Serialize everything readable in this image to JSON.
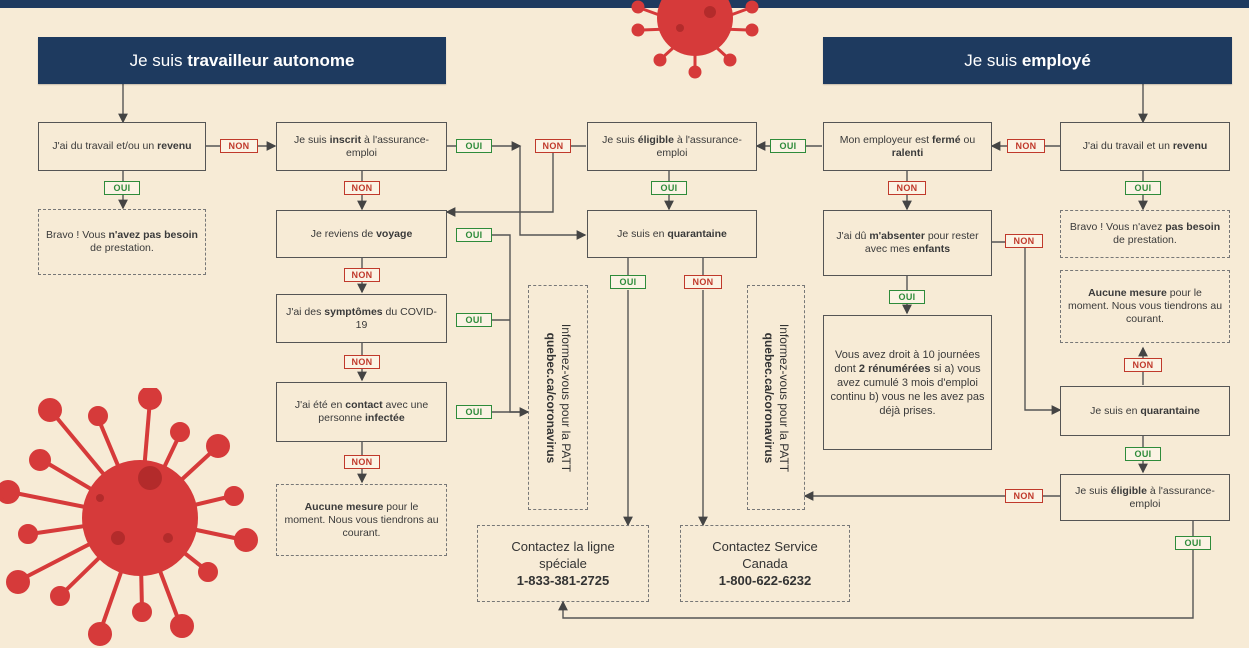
{
  "headers": {
    "left": {
      "prefix": "Je suis ",
      "bold": "travailleur autonome"
    },
    "right": {
      "prefix": "Je suis ",
      "bold": "employé"
    }
  },
  "boxes": {
    "travail_revenu_left": {
      "t1": "J'ai du travail et/ou un ",
      "b1": "revenu",
      "t2": ""
    },
    "inscrit": {
      "t1": "Je suis ",
      "b1": "inscrit",
      "t2": " à l'assurance-emploi"
    },
    "eligible_center": {
      "t1": "Je suis ",
      "b1": "éligible",
      "t2": " à l'assurance-emploi"
    },
    "employeur": {
      "t1": "Mon employeur est ",
      "b1": "fermé",
      "t2": " ou ",
      "b2": "ralenti"
    },
    "travail_revenu_right": {
      "t1": "J'ai du travail et un ",
      "b1": "revenu",
      "t2": ""
    },
    "bravo_left": {
      "t1": "Bravo ! Vous ",
      "b1": "n'avez pas besoin",
      "t2": " de prestation."
    },
    "bravo_right": {
      "t1": "Bravo ! Vous n'avez ",
      "b1": "pas besoin",
      "t2": " de prestation."
    },
    "voyage": {
      "t1": "Je reviens de ",
      "b1": "voyage",
      "t2": ""
    },
    "quarantaine_center": {
      "t1": "Je suis en ",
      "b1": "quarantaine",
      "t2": ""
    },
    "absenter": {
      "t1": "J'ai dû ",
      "b1": "m'absenter",
      "t2": " pour rester avec mes ",
      "b2": "enfants"
    },
    "symptomes": {
      "t1": "J'ai des ",
      "b1": "symptômes",
      "t2": " du COVID-19"
    },
    "contact": {
      "t1": "J'ai été en ",
      "b1": "contact",
      "t2": " avec une personne ",
      "b2": "infectée"
    },
    "aucune_left": {
      "t1": "",
      "b1": "Aucune mesure",
      "t2": " pour le moment. Nous vous tiendrons au courant."
    },
    "aucune_right": {
      "t1": "",
      "b1": "Aucune mesure",
      "t2": " pour le moment. Nous vous tiendrons au courant."
    },
    "journees": {
      "t1": "Vous avez droit à 10 journées dont ",
      "b1": "2 rénumérées",
      "t2": " si a) vous avez cumulé 3 mois d'emploi continu b) vous ne les avez pas déjà prises."
    },
    "quarantaine_right": {
      "t1": "Je suis en ",
      "b1": "quarantaine",
      "t2": ""
    },
    "eligible_right": {
      "t1": "Je suis ",
      "b1": "éligible",
      "t2": " à l'assurance-emploi"
    }
  },
  "info_patt": {
    "line1": "Informez-vous pour la PATT",
    "line2": "quebec.ca/coronavirus"
  },
  "contacts": {
    "ligne_speciale": {
      "line1": "Contactez la ligne",
      "line2": "spéciale",
      "number": "1-833-381-2725"
    },
    "service_canada": {
      "line1": "Contactez Service",
      "line2": "Canada",
      "number": "1-800-622-6232"
    }
  },
  "labels": {
    "oui": "OUI",
    "non": "NON"
  },
  "colors": {
    "navy": "#1e3a5f",
    "background": "#f7ebd6",
    "non": "#c0392b",
    "oui": "#2e8b3a",
    "virus": "#d63a3a"
  }
}
